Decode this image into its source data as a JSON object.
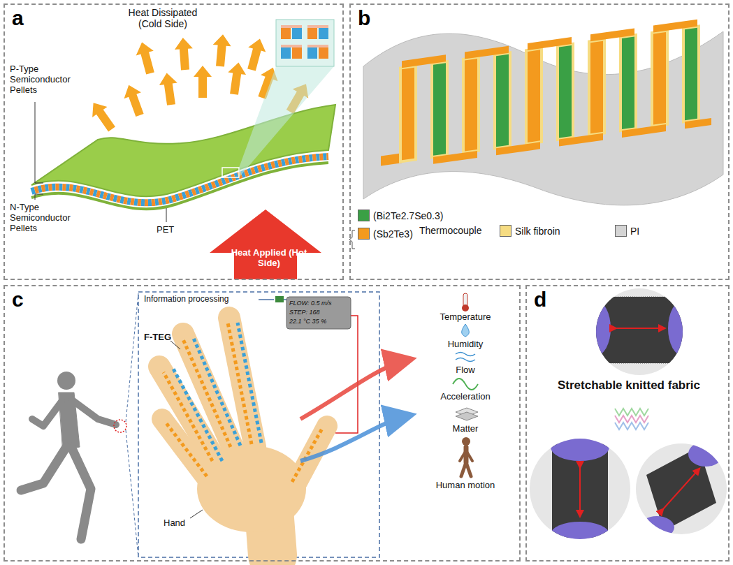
{
  "diagram": {
    "nodes": [
      {
        "text": [
          "a"
        ]
      },
      {
        "text": [
          "b"
        ]
      },
      {
        "text": [
          "c"
        ]
      },
      {
        "text": [
          "d"
        ]
      }
    ],
    "labels": [
      "Heat Dissipated (Cold Side)",
      "P-Type Semiconductor Pellets",
      "N-Type Semiconductor Pellets",
      "PET",
      "Heat Applied (Hot Side)",
      "Thermocouple",
      "Information processing",
      "F-TEG",
      "Hand",
      "FLOW: 0.5 m/s",
      "STEP: 168",
      "22.1 °C 35 %",
      "Temperature",
      "Humidity",
      "Flow",
      "Acceleration",
      "Matter",
      "Human motion",
      "Stretchable knitted fabric"
    ],
    "legend": [
      {
        "text": "(Bi2Te2.7Se0.3)",
        "color": "#3aa045"
      },
      {
        "text": "(Sb2Te3)",
        "color": "#f39a1e"
      },
      {
        "text": "Silk fibroin",
        "color": "#f6dc82"
      },
      {
        "text": "PI",
        "color": "#d4d4d4"
      }
    ]
  }
}
